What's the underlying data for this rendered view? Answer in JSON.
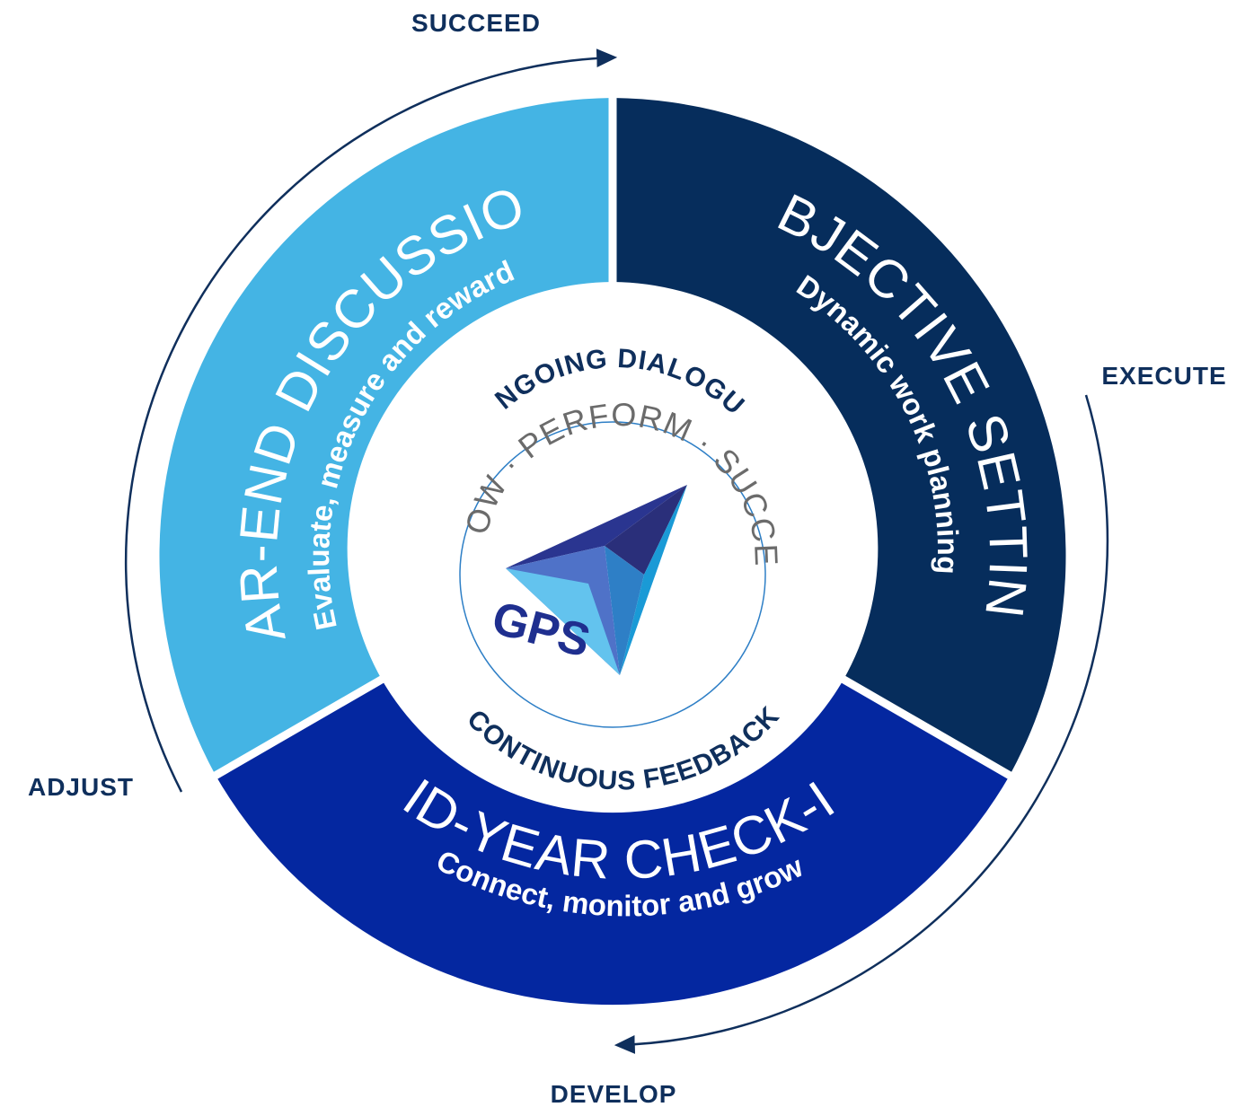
{
  "outer_labels": {
    "succeed": "SUCCEED",
    "execute": "EXECUTE",
    "develop": "DEVELOP",
    "adjust": "ADJUST"
  },
  "segments": {
    "objective": {
      "title": "OBJECTIVE SETTING",
      "subtitle": "Dynamic work planning",
      "color": "#062d5c"
    },
    "midyear": {
      "title": "MID-YEAR CHECK-IN",
      "subtitle": "Connect, monitor and grow",
      "color": "#0427a0"
    },
    "yearend": {
      "title": "YEAR-END DISCUSSION",
      "subtitle": "Evaluate, measure and reward",
      "color": "#44b4e4"
    }
  },
  "center": {
    "top_text": "ONGOING DIALOGUE",
    "bottom_text": "CONTINUOUS FEEDBACK",
    "ring_text": "GROW · PERFORM · SUCCEED",
    "logo_text": "GPS"
  },
  "colors": {
    "arc": "#0f2f5c",
    "label": "#0f2f5c",
    "arrow_dark": "#2a2f7a",
    "arrow_mid": "#2e7fc6",
    "arrow_light": "#63c3ee"
  }
}
